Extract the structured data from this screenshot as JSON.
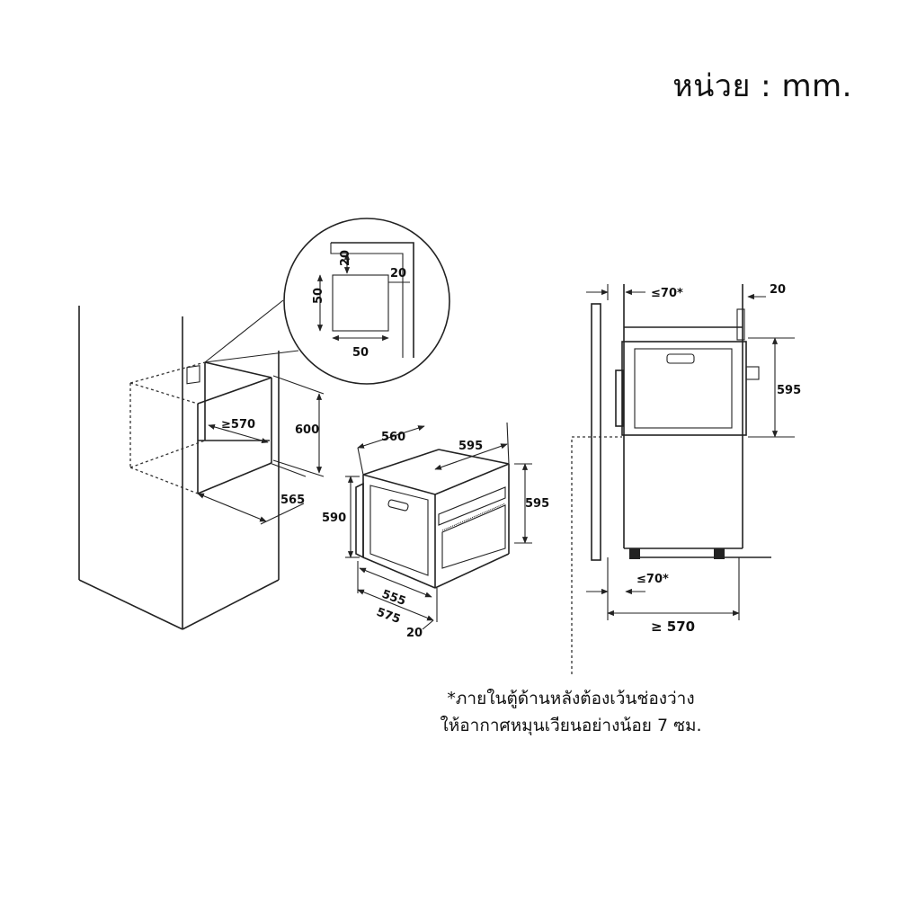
{
  "unit_label": "หน่วย : mm.",
  "note": {
    "line1": "*ภายในตู้ด้านหลังต้องเว้นช่องว่าง",
    "line2": "ให้อากาศหมุนเวียนอย่างน้อย 7 ซม."
  },
  "detail": {
    "h20": "20",
    "w20": "20",
    "h50": "50",
    "w50": "50"
  },
  "cabinet": {
    "w570": "≥570",
    "h600": "600",
    "d565": "565"
  },
  "oven": {
    "w560": "560",
    "w595": "595",
    "h590": "590",
    "h595": "595",
    "d555": "555",
    "d575": "575",
    "d20": "20"
  },
  "side": {
    "top70": "≤70*",
    "top20": "20",
    "h595": "595",
    "bot70": "≤70*",
    "w570": "≥ 570"
  }
}
